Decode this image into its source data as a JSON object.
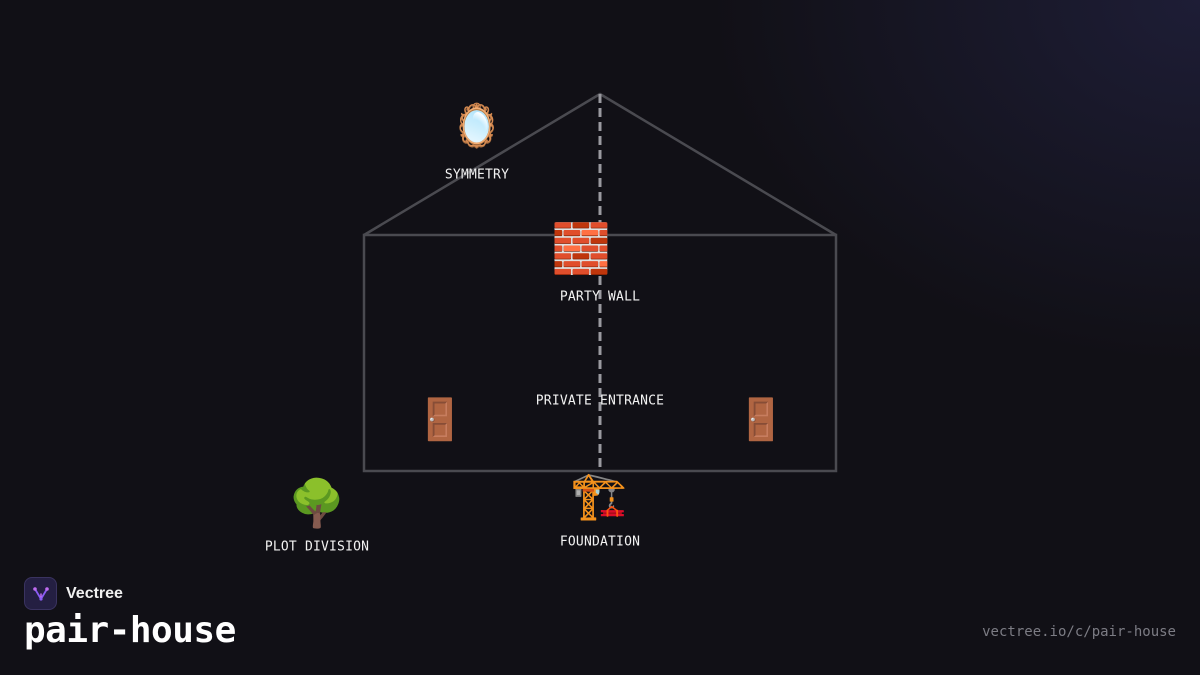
{
  "diagram": {
    "nodes": [
      {
        "id": "symmetry",
        "label": "SYMMETRY",
        "icon": "mirror-icon",
        "glyph": "🪞"
      },
      {
        "id": "party-wall",
        "label": "PARTY WALL",
        "icon": "brick-icon",
        "glyph": "🧱"
      },
      {
        "id": "private-entrance",
        "label": "PRIVATE ENTRANCE",
        "icon": "door-icon",
        "glyph": "🚪"
      },
      {
        "id": "foundation",
        "label": "FOUNDATION",
        "icon": "construction-crane-icon",
        "glyph": "🏗️"
      },
      {
        "id": "plot-division",
        "label": "PLOT DIVISION",
        "icon": "tree-icon",
        "glyph": "🌳"
      }
    ],
    "line_color": "#4a4a50",
    "divider_color": "#9a9aa0"
  },
  "brand": {
    "name": "Vectree",
    "logo_icon": "vectree-logo-icon",
    "accent": "#8a5cf5"
  },
  "page": {
    "title": "pair-house",
    "url": "vectree.io/c/pair-house"
  }
}
